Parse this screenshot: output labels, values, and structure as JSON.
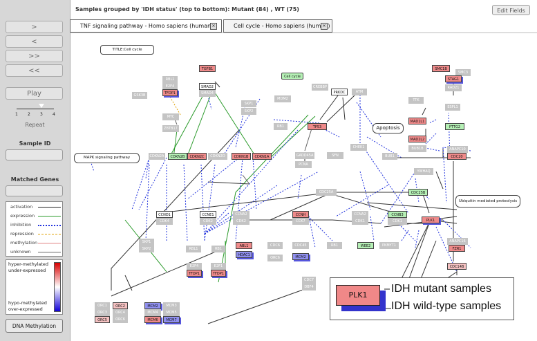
{
  "sidebar": {
    "buttons": [
      ">",
      "<",
      ">>",
      "<<"
    ],
    "play": "Play",
    "ticks": [
      "1",
      "2",
      "3",
      "4"
    ],
    "repeat": "Repeat",
    "sample_id_label": "Sample ID",
    "matched_genes_label": "Matched Genes",
    "legend": [
      "activation",
      "expression",
      "inhibition",
      "repression",
      "methylation",
      "unknown"
    ],
    "colorbar": {
      "top1": "hyper-methylated",
      "top2": "under-expressed",
      "bot1": "hypo-methylated",
      "bot2": "over-expressed"
    },
    "dna_button": "DNA Methylation"
  },
  "header": {
    "title": "Samples grouped by 'IDH status' (top to bottom): Mutant (84) , WT (75)",
    "edit": "Edit Fields"
  },
  "tabs": [
    "TNF signaling pathway - Homo sapiens (human)",
    "Cell cycle - Homo sapiens (human)"
  ],
  "diagram": {
    "title": "TITLE:Cell cycle",
    "mapk": "MAPK signaling pathway",
    "apoptosis": "Apoptosis",
    "ubiq": "Ubiquitin mediated proteolysis",
    "cellcycle_box": "Cell cycle",
    "genes": {
      "tgfb1": "TGFB1",
      "smad2": "SMAD2",
      "smad4": "SMAD4",
      "rbl1": "RBL1",
      "e2f4": "E2F4",
      "tfdp1a": "TFDP1",
      "cdkn2b": "CDKN2B",
      "cdkn2c": "CDKN2C",
      "cdkn2d": "CDKN2D",
      "cdkn1b": "CDKN1B",
      "cdkn1a": "CDKN1A",
      "cdkn2a": "CDKN2A",
      "myc": "MYC",
      "zbtb17": "ZBTB17",
      "gsk3b": "GSK3B",
      "skp1": "SKP1",
      "skp2": "SKP2",
      "mdm2": "MDM2",
      "rb1a": "RB1",
      "tp53": "TP53",
      "crebbp": "CREBBP",
      "prkdc": "PRKDC",
      "atm": "ATM",
      "chek1": "CHEK1",
      "sfn": "SFN",
      "gadd45": "GADD45A",
      "pcna": "PCNA",
      "ttk": "TTK",
      "mad1l1": "MAD1L1",
      "mad2l2": "MAD2L2",
      "bub1b": "BUB1B",
      "bub1": "BUB1",
      "smc1b": "SMC1B",
      "smc3": "SMC3",
      "stag1": "STAG1",
      "rad21": "RAD21",
      "espl1": "ESPL1",
      "pttg2": "PTTG2",
      "anapc10": "ANAPC10",
      "cdc20": "CDC20",
      "ywhaq": "YWHAQ",
      "cdc25b": "CDC25B",
      "ccnd1": "CCND1",
      "cdk4": "CDK4",
      "ccne1": "CCNE1",
      "cdk2": "CDK2",
      "ccna2": "CCNA2",
      "ccnh": "CCNH",
      "cdk7": "CCK7",
      "cdc25a": "CDC25A",
      "ccnb3": "CCNB3",
      "cdk1": "CDK1",
      "plk1": "PLK1",
      "wee2": "WEE2",
      "pkmyt1": "PKMYT1",
      "rb1b": "RB1",
      "ccnb2": "CCNA2",
      "skp1b": "SKP1",
      "skp2b": "SKP2",
      "rbl1b": "RBL1",
      "rb1c": "RB1",
      "abl1": "ABL1",
      "hdac1": "HDAC1",
      "cdc6": "CDC6",
      "cdc45": "CDC45",
      "orc6": "ORC6",
      "mcm2": "MCM2",
      "e2f4b": "E2F4",
      "tfdp1b": "TFDP1",
      "e2f1": "E2F1",
      "tfdp1c": "TFDP1",
      "anapc16": "ANAPC16",
      "fzr1": "FZR1",
      "cdc14b": "CDC14B",
      "cdc7": "CDC7",
      "dbf4": "DBF4",
      "orc1": "ORC1",
      "orc2": "ORC2",
      "orc3": "ORC3",
      "orc4": "ORC4",
      "orc5": "ORC5",
      "orc6b": "ORC6",
      "mcm2b": "MCM2",
      "mcm3": "MCM3",
      "mcm4": "MCM4",
      "mcm5": "MCM5",
      "mcm6": "MCM6",
      "mcm7": "MCM7"
    }
  },
  "inset": {
    "gene": "PLK1",
    "mutant": "IDH mutant samples",
    "wt": "IDH wild-type samples"
  },
  "colors": {
    "red": "#ef8a8a",
    "green": "#b5f0b5",
    "blue": "#9090f0",
    "gray": "#c4c4c4"
  }
}
